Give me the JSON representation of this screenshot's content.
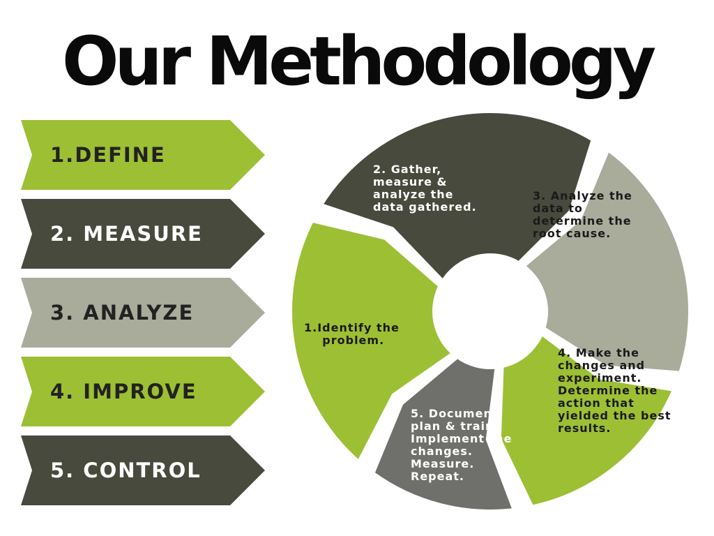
{
  "title": "Our Methodology",
  "steps": [
    {
      "label": "1.DEFINE",
      "color": "#9dbf34"
    },
    {
      "label": "2. MEASURE",
      "color": "#474a3c"
    },
    {
      "label": "3. ANALYZE",
      "color": "#a9ab9b"
    },
    {
      "label": "4. IMPROVE",
      "color": "#9dbf34"
    },
    {
      "label": "5. CONTROL",
      "color": "#474a3c"
    }
  ],
  "cycle": {
    "segments": [
      {
        "text": "1.Identify the\n    problem.",
        "color": "#9dbf34"
      },
      {
        "text": "2. Gather,\nmeasure &\nanalyze the\ndata gathered.",
        "color": "#474a3c"
      },
      {
        "text": "3. Analyze the\ndata to\ndetermine the\nroot cause.",
        "color": "#a9ab9b"
      },
      {
        "text": "4. Make the\nchanges and\nexperiment.\nDetermine the\naction that\nyielded the best\nresults.",
        "color": "#9dbf34"
      },
      {
        "text": "5. Document,\nplan & train.\nImplement the\nchanges.\nMeasure.\nRepeat.",
        "color": "#6f706b"
      }
    ]
  }
}
